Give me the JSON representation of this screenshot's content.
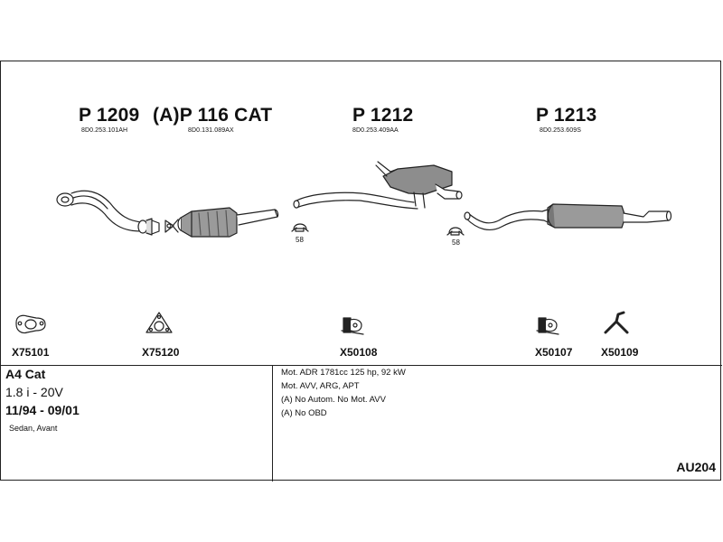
{
  "parts": [
    {
      "code": "P 1209",
      "oem": "8D0.253.101AH"
    },
    {
      "code": "(A)P 116 CAT",
      "oem": "8D0.131.089AX"
    },
    {
      "code": "P 1212",
      "oem": "8D0.253.409AA"
    },
    {
      "code": "P 1213",
      "oem": "8D0.253.609S"
    }
  ],
  "clamp_labels": [
    "58",
    "58"
  ],
  "accessories": [
    "X75101",
    "X75120",
    "X50108",
    "X50107",
    "X50109"
  ],
  "vehicle": {
    "model": "A4 Cat",
    "engine": "1.8 i - 20V",
    "years": "11/94 - 09/01",
    "body": "Sedan, Avant"
  },
  "notes": [
    "Mot. ADR 1781cc 125 hp, 92 kW",
    "Mot. AVV, ARG, APT",
    "(A) No Autom. No Mot. AVV",
    "(A) No OBD"
  ],
  "ref_code": "AU204"
}
